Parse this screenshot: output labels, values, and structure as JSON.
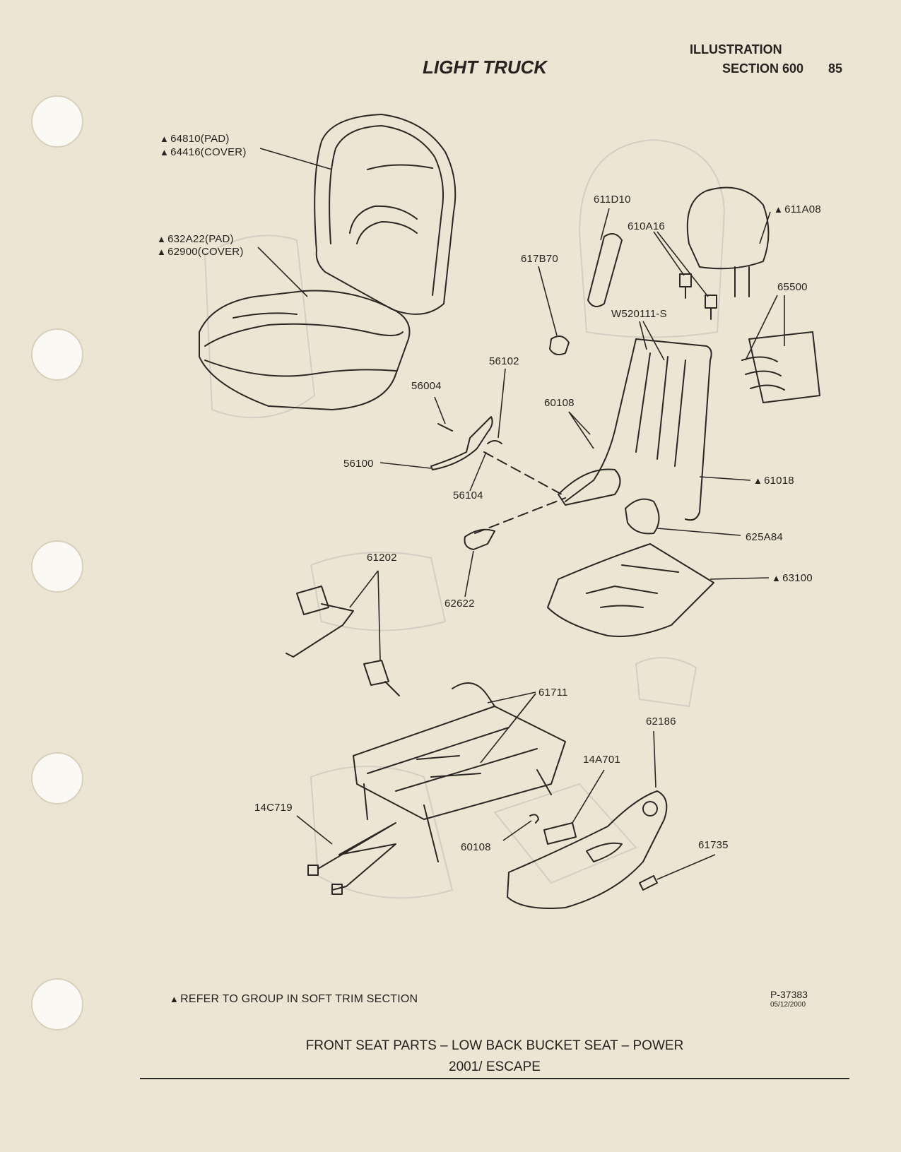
{
  "header": {
    "section_title": "LIGHT TRUCK",
    "illustration": "ILLUSTRATION",
    "section": "SECTION 600",
    "page_number": "85"
  },
  "callouts": {
    "seatback_pad": "64810(PAD)",
    "seatback_cover": "64416(COVER)",
    "cushion_pad": "632A22(PAD)",
    "cushion_cover": "62900(COVER)",
    "p611D10": "611D10",
    "p610A16": "610A16",
    "p611A08": "611A08",
    "p617B70": "617B70",
    "p65500": "65500",
    "pW520111S": "W520111-S",
    "p56102": "56102",
    "p56004": "56004",
    "p60108_top": "60108",
    "p56100": "56100",
    "p56104": "56104",
    "p61018": "61018",
    "p625A84": "625A84",
    "p61202": "61202",
    "p63100": "63100",
    "p62622": "62622",
    "p61711": "61711",
    "p62186": "62186",
    "p14A701": "14A701",
    "p14C719": "14C719",
    "p60108_bottom": "60108",
    "p61735": "61735"
  },
  "footer": {
    "note": "REFER TO GROUP IN SOFT TRIM SECTION",
    "figure_id": "P-37383",
    "date": "05/12/2000",
    "caption": "FRONT SEAT PARTS – LOW BACK BUCKET SEAT – POWER",
    "vehicle": "2001/ ESCAPE"
  }
}
